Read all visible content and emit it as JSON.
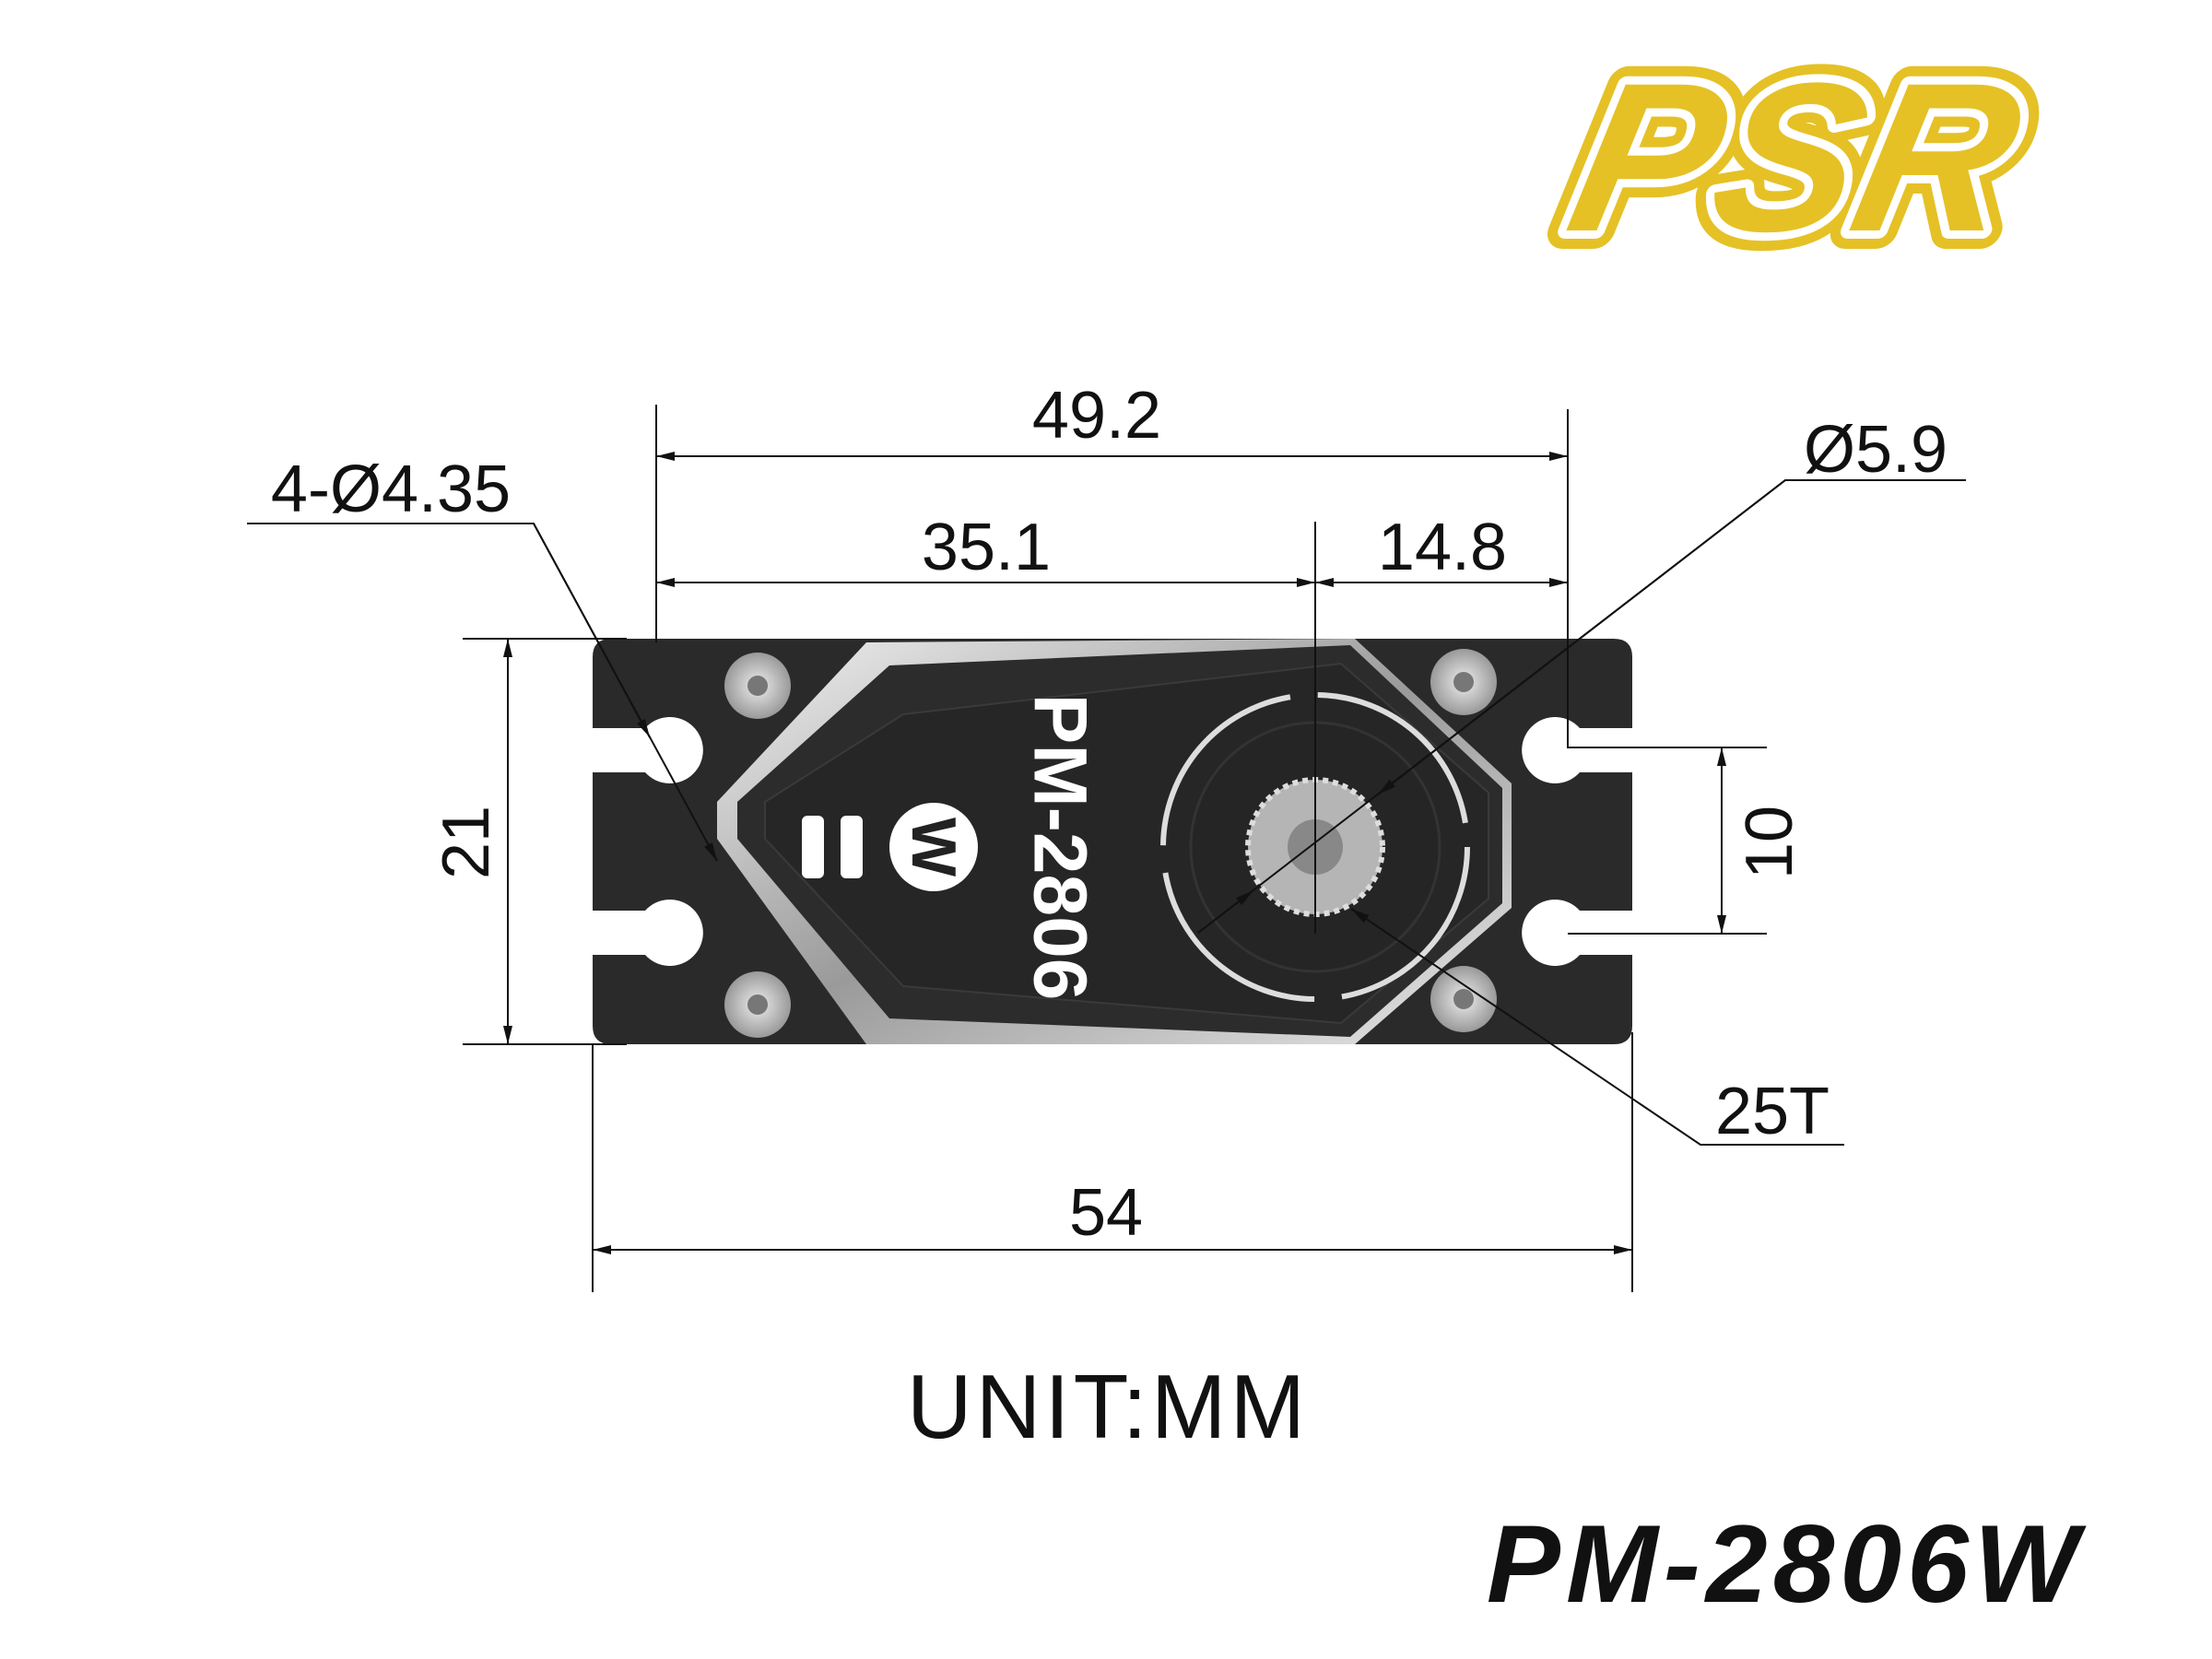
{
  "logo": {
    "text": "PSR",
    "color": "#E5C126"
  },
  "drawing": {
    "product_label": "PM-2806",
    "badge_letter": "W",
    "dimensions": {
      "hole_spacing_overall": "49.2",
      "hole_to_shaft": "35.1",
      "shaft_to_hole": "14.8",
      "shaft_diameter": "Ø5.9",
      "mount_holes": "4-Ø4.35",
      "height": "21",
      "hole_pitch": "10",
      "spline": "25T",
      "overall_length": "54"
    },
    "unit": "UNIT:MM"
  },
  "model": "PM-2806W"
}
